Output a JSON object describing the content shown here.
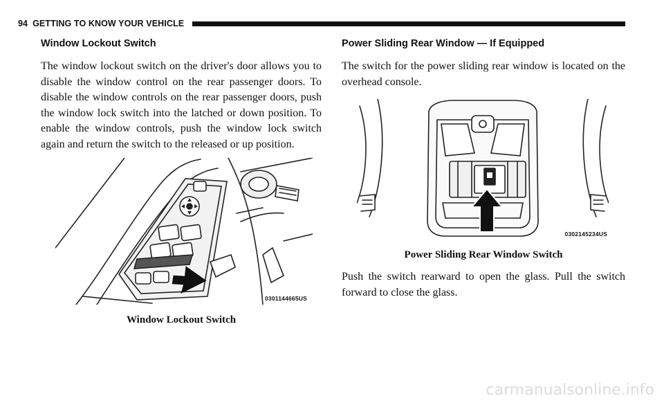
{
  "header": {
    "page_number": "94",
    "running_head": "GETTING TO KNOW YOUR VEHICLE"
  },
  "left": {
    "heading": "Window Lockout Switch",
    "paragraph": "The window lockout switch on the driver's door allows you to disable the window control on the rear passenger doors. To disable the window controls on the rear passenger doors, push the window lock switch into the latched or down position. To enable the window controls, push the window lock switch again and return the switch to the released or up position.",
    "figure_code": "0301144665US",
    "caption": "Window Lockout Switch"
  },
  "right": {
    "heading": "Power Sliding Rear Window — If Equipped",
    "paragraph1": "The switch for the power sliding rear window is located on the overhead console.",
    "figure_code": "0302145234US",
    "caption": "Power Sliding Rear Window Switch",
    "paragraph2": "Push the switch rearward to open the glass. Pull the switch forward to close the glass."
  },
  "watermark": "carmanualsonline.info"
}
